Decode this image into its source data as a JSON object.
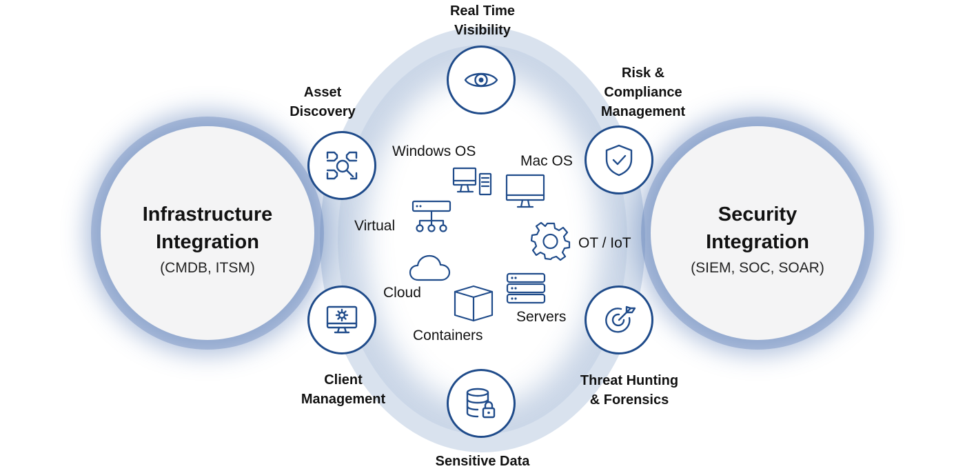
{
  "left_panel": {
    "title_line1": "Infrastructure",
    "title_line2": "Integration",
    "subtitle": "(CMDB, ITSM)"
  },
  "right_panel": {
    "title_line1": "Security",
    "title_line2": "Integration",
    "subtitle": "(SIEM, SOC, SOAR)"
  },
  "nodes": {
    "real_time": {
      "line1": "Real Time",
      "line2": "Visibility",
      "icon": "eye-icon"
    },
    "risk": {
      "line1": "Risk &",
      "line2": "Compliance",
      "line3": "Management",
      "icon": "shield-check-icon"
    },
    "threat": {
      "line1": "Threat Hunting",
      "line2": "& Forensics",
      "icon": "target-arrow-icon"
    },
    "sensitive": {
      "line1": "Sensitive Data",
      "icon": "database-lock-icon"
    },
    "client": {
      "line1": "Client",
      "line2": "Management",
      "icon": "monitor-gear-icon"
    },
    "asset": {
      "line1": "Asset",
      "line2": "Discovery",
      "icon": "scan-search-icon"
    }
  },
  "inner": {
    "windows": "Windows OS",
    "mac": "Mac OS",
    "virtual": "Virtual",
    "ot_iot": "OT / IoT",
    "cloud": "Cloud",
    "servers": "Servers",
    "containers": "Containers"
  },
  "colors": {
    "accent": "#1f4b8a",
    "glow": "#4f78b4",
    "panel": "#f4f4f5"
  }
}
